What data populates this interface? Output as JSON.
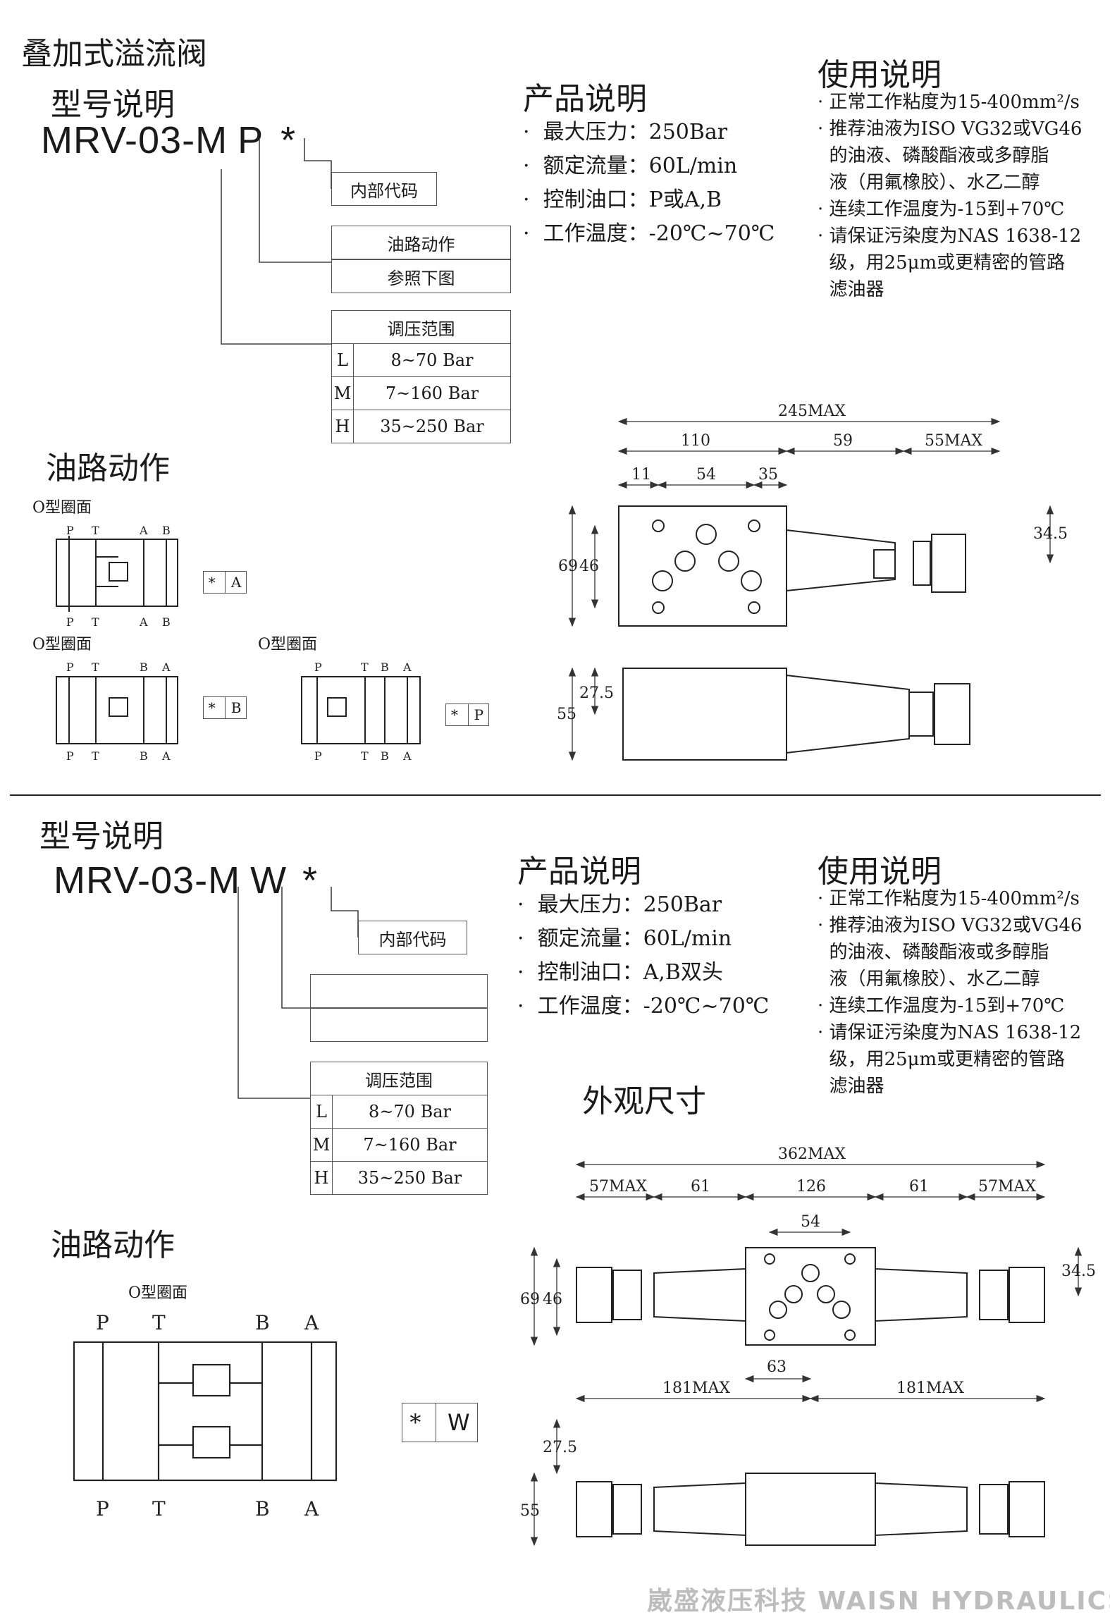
{
  "doc_title": "叠加式溢流阀",
  "top": {
    "model_heading": "型号说明",
    "model": {
      "prefix": "MRV-03-M",
      "code": "P",
      "star": "*"
    },
    "internal_code": "内部代码",
    "circuit": {
      "line1": "油路动作",
      "line2": "参照下图"
    },
    "pressure": {
      "header": "调压范围",
      "rows": [
        {
          "code": "L",
          "range": "8~70 Bar"
        },
        {
          "code": "M",
          "range": "7~160 Bar"
        },
        {
          "code": "H",
          "range": "35~250 Bar"
        }
      ]
    },
    "product": {
      "heading": "产品说明",
      "items": [
        "最大压力：250Bar",
        "额定流量：60L/min",
        "控制油口：P或A,B",
        "工作温度：-20℃~70℃"
      ]
    },
    "usage": {
      "heading": "使用说明",
      "lines": [
        "正常工作粘度为15-400mm²/s",
        "推荐油液为ISO VG32或VG46",
        "的油液、磷酸酯液或多醇脂",
        "液（用氟橡胶）、水乙二醇",
        "连续工作温度为-15到+70℃",
        "请保证污染度为NAS 1638-12",
        "级，用25μm或更精密的管路",
        "滤油器"
      ]
    },
    "circuit_heading": "油路动作",
    "circuits": [
      {
        "oring": "O型圈面",
        "top_ports": [
          "P",
          "T",
          "A",
          "B"
        ],
        "bottom_ports": [
          "P",
          "T",
          "A",
          "B"
        ],
        "code": "A"
      },
      {
        "oring": "O型圈面",
        "top_ports": [
          "P",
          "T",
          "B",
          "A"
        ],
        "bottom_ports": [
          "P",
          "T",
          "B",
          "A"
        ],
        "code": "B"
      },
      {
        "oring": "O型圈面",
        "top_ports": [
          "P",
          "T",
          "B",
          "A"
        ],
        "bottom_ports": [
          "P",
          "T",
          "B",
          "A"
        ],
        "code": "P"
      }
    ],
    "dims": {
      "total": "245MAX",
      "d110": "110",
      "d59": "59",
      "d55max": "55MAX",
      "d11": "11",
      "d54": "54",
      "d35": "35",
      "d69": "69",
      "d46": "46",
      "d34_5": "34.5",
      "d27_5": "27.5",
      "d55": "55"
    },
    "port_labels": {
      "p": "P",
      "a": "A",
      "b": "B",
      "t": "T"
    }
  },
  "bottom": {
    "model_heading": "型号说明",
    "model": {
      "prefix": "MRV-03-M",
      "code": "W",
      "star": "*"
    },
    "internal_code": "内部代码",
    "circuit": {
      "oring": "O型圈面",
      "top_ports": [
        "P",
        "T",
        "B",
        "A"
      ],
      "bottom_ports": [
        "P",
        "T",
        "B",
        "A"
      ],
      "code": "W"
    },
    "pressure": {
      "header": "调压范围",
      "rows": [
        {
          "code": "L",
          "range": "8~70 Bar"
        },
        {
          "code": "M",
          "range": "7~160 Bar"
        },
        {
          "code": "H",
          "range": "35~250 Bar"
        }
      ]
    },
    "product": {
      "heading": "产品说明",
      "items": [
        "最大压力：250Bar",
        "额定流量：60L/min",
        "控制油口：A,B双头",
        "工作温度：-20℃~70℃"
      ]
    },
    "usage": {
      "heading": "使用说明",
      "lines": [
        "正常工作粘度为15-400mm²/s",
        "推荐油液为ISO VG32或VG46",
        "的油液、磷酸酯液或多醇脂",
        "液（用氟橡胶）、水乙二醇",
        "连续工作温度为-15到+70℃",
        "请保证污染度为NAS 1638-12",
        "级，用25μm或更精密的管路",
        "滤油器"
      ]
    },
    "dimension_heading": "外观尺寸",
    "circuit_heading": "油路动作",
    "dims": {
      "total": "362MAX",
      "d57a": "57MAX",
      "d61a": "61",
      "d126": "126",
      "d61b": "61",
      "d57b": "57MAX",
      "d54": "54",
      "d69": "69",
      "d46": "46",
      "d34_5": "34.5",
      "d63": "63",
      "d181a": "181MAX",
      "d181b": "181MAX",
      "d27_5": "27.5",
      "d55": "55"
    }
  },
  "footer": "崴盛液压科技 WAISN HYDRAULICS"
}
